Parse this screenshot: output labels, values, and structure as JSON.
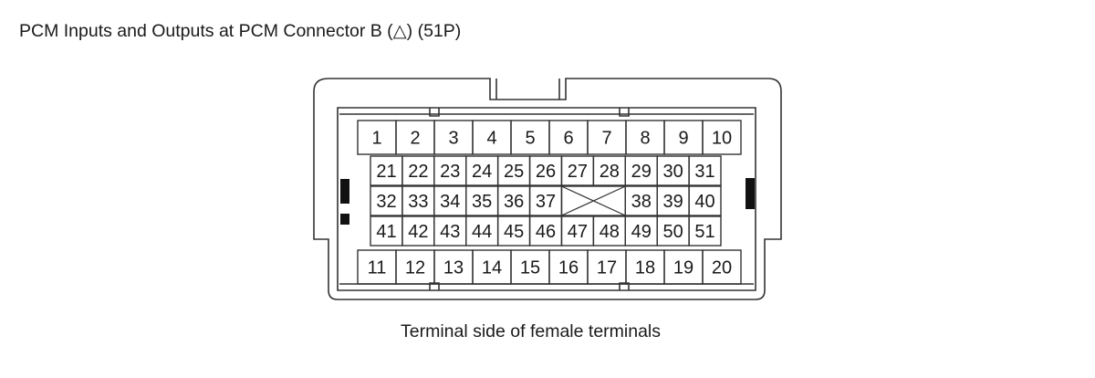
{
  "title": "PCM Inputs and Outputs at PCM Connector B (△) (51P)",
  "caption": "Terminal side of female terminals",
  "connector": {
    "rows": [
      {
        "pins": [
          "1",
          "2",
          "3",
          "4",
          "5",
          "6",
          "7",
          "8",
          "9",
          "10"
        ]
      },
      {
        "pins": [
          "21",
          "22",
          "23",
          "24",
          "25",
          "26",
          "27",
          "28",
          "29",
          "30",
          "31"
        ]
      },
      {
        "pins": [
          "32",
          "33",
          "34",
          "35",
          "36",
          "37",
          "",
          "38",
          "39",
          "40"
        ],
        "blank_index": 6
      },
      {
        "pins": [
          "41",
          "42",
          "43",
          "44",
          "45",
          "46",
          "47",
          "48",
          "49",
          "50",
          "51"
        ]
      },
      {
        "pins": [
          "11",
          "12",
          "13",
          "14",
          "15",
          "16",
          "17",
          "18",
          "19",
          "20"
        ]
      }
    ]
  }
}
